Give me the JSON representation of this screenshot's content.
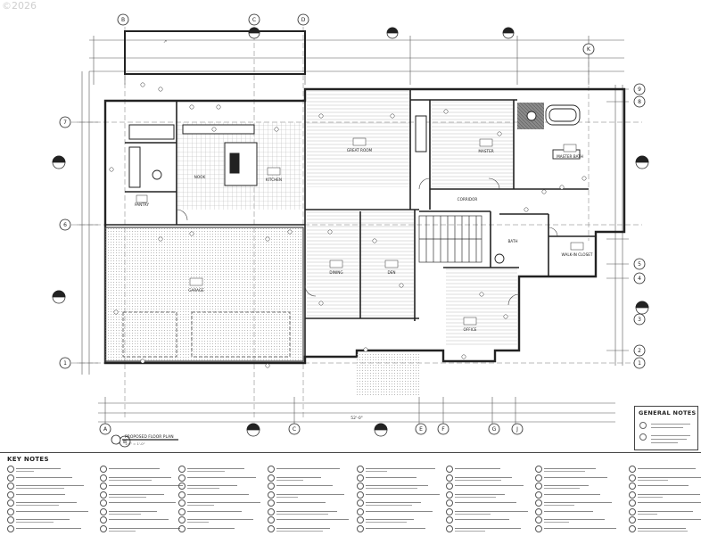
{
  "copyright": "©2026",
  "plan": {
    "drawing_title": "PROPOSED FLOOR PLAN",
    "scale": "1/4\" = 1'-0\"",
    "room_names": [
      "GREAT ROOM",
      "MASTER",
      "MASTER BATH",
      "KITCHEN",
      "NOOK",
      "PANTRY",
      "GARAGE",
      "DINING",
      "DEN",
      "OFFICE",
      "WALK-IN CLOSET",
      "BATH",
      "CORRIDOR"
    ],
    "grid_letters": [
      "A",
      "B",
      "C",
      "D",
      "E",
      "F",
      "G",
      "J",
      "K"
    ],
    "grid_numbers": [
      "1",
      "2",
      "3",
      "4",
      "5",
      "6",
      "7",
      "8",
      "9"
    ],
    "overall_dimension": "52'-0\"",
    "colors": {
      "line": "#222222",
      "hatch": "#9a9a9a",
      "paper": "#ffffff"
    }
  },
  "general_notes": {
    "title": "GENERAL NOTES"
  },
  "key_notes": {
    "title": "KEY NOTES"
  }
}
